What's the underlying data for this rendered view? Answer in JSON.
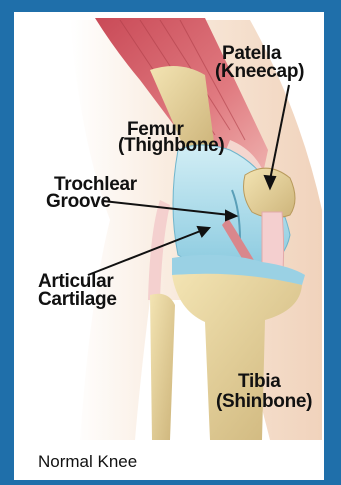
{
  "labels": {
    "patella_1": "Patella",
    "patella_2": "(Kneecap)",
    "femur_1": "Femur",
    "femur_2": "(Thighbone)",
    "trochlear_1": "Trochlear",
    "trochlear_2": "Groove",
    "articular_1": "Articular",
    "articular_2": "Cartilage",
    "tibia_1": "Tibia",
    "tibia_2": "(Shinbone)"
  },
  "caption": "Normal Knee",
  "colors": {
    "frame": "#1f6faa",
    "muscle": "#d9606a",
    "bone": "#e7d49a",
    "cartilage": "#a9dbe9",
    "ligament": "#f0c8c8",
    "skin": "#f1d2b6"
  }
}
